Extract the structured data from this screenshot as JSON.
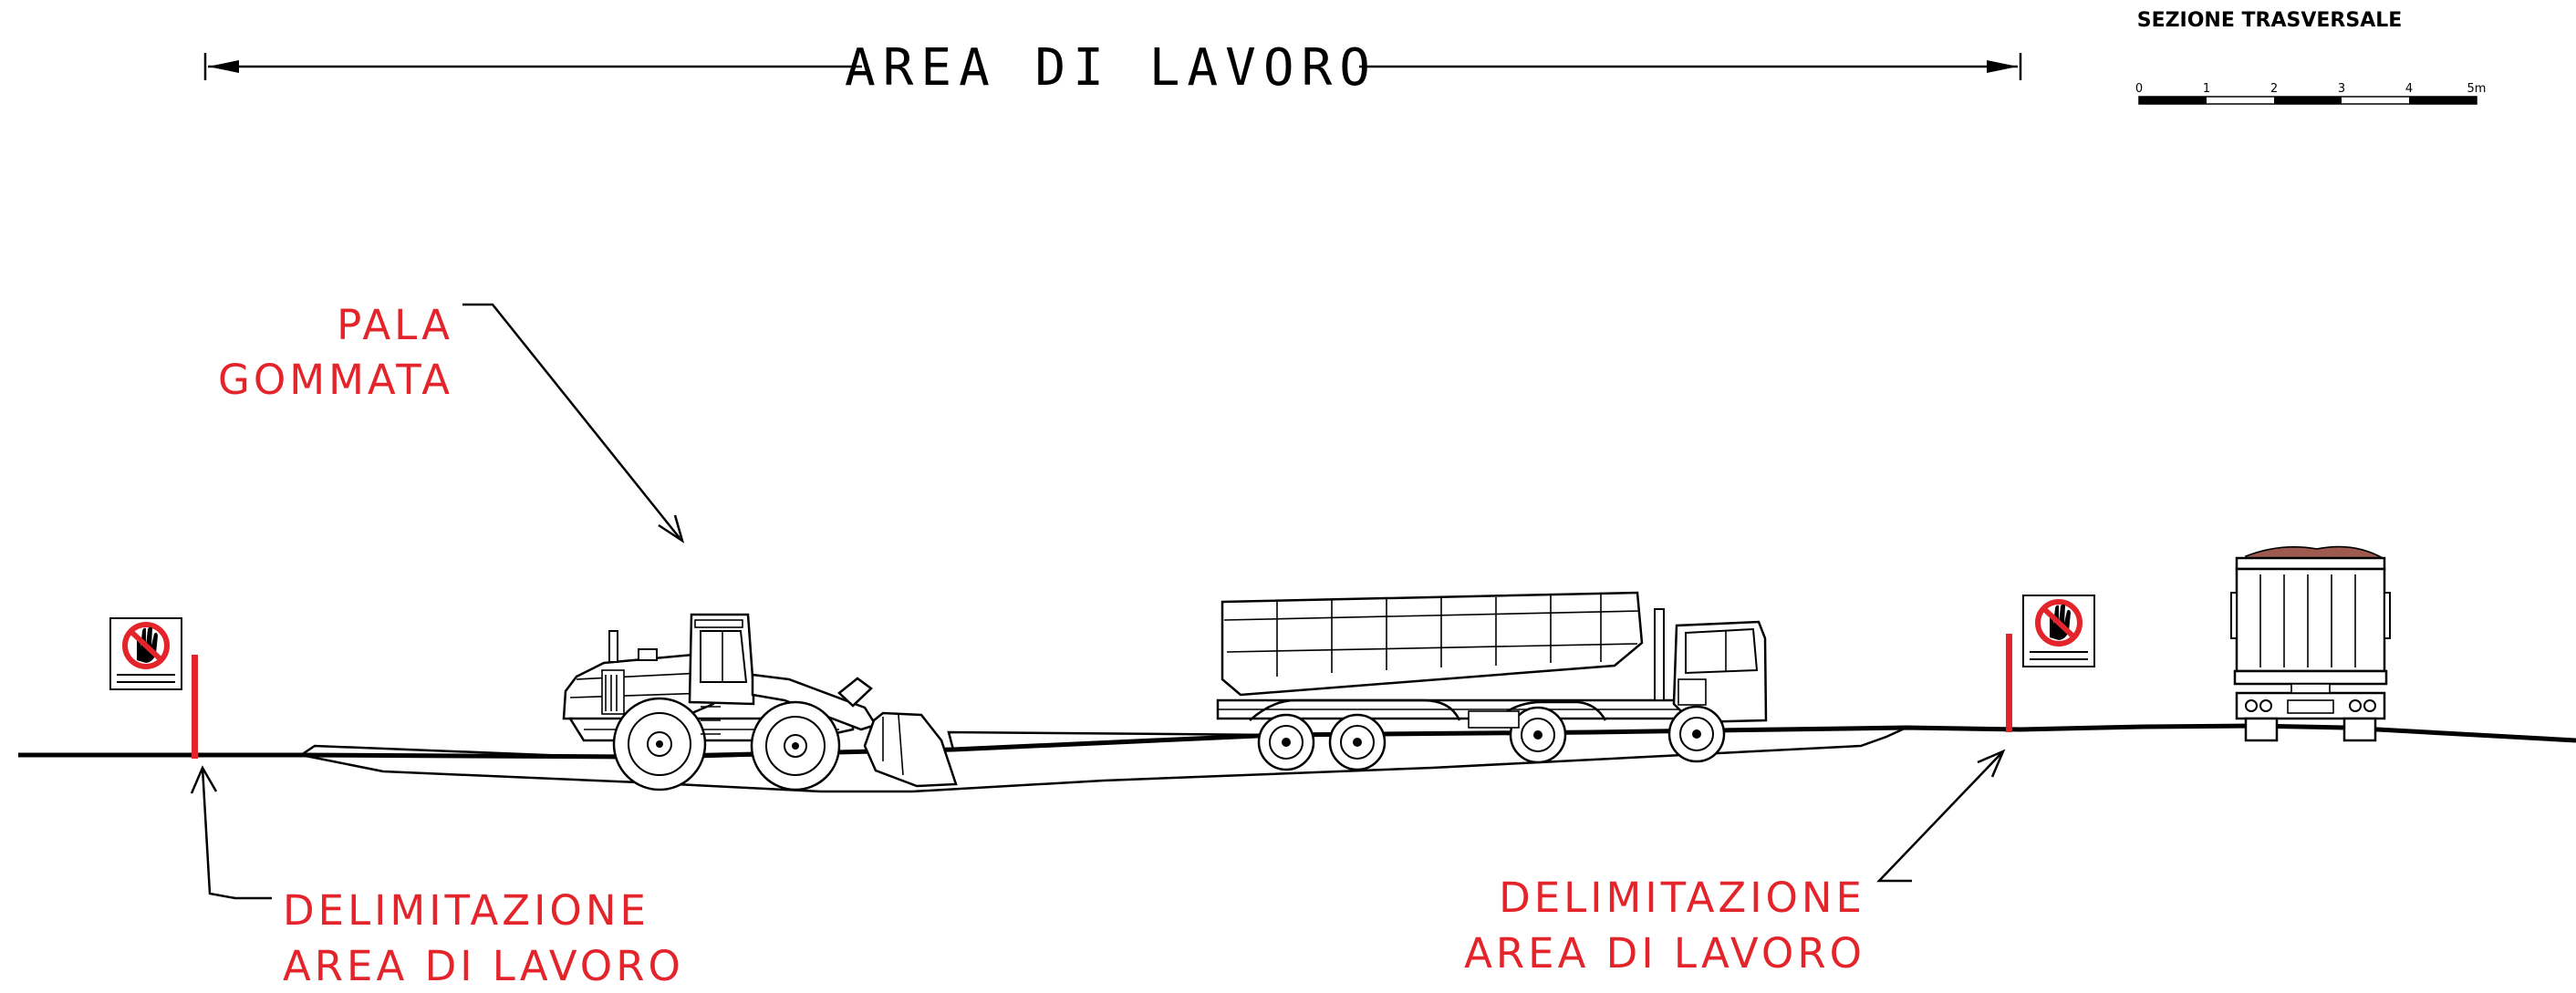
{
  "title": "AREA DI LAVORO",
  "scale": {
    "title": "SEZIONE TRASVERSALE",
    "ticks": [
      "0",
      "1",
      "2",
      "3",
      "4",
      "5m"
    ]
  },
  "labels": {
    "loader": [
      "PALA",
      "GOMMATA"
    ],
    "boundary_left": [
      "DELIMITAZIONE",
      "AREA DI LAVORO"
    ],
    "boundary_right": [
      "DELIMITAZIONE",
      "AREA DI LAVORO"
    ]
  },
  "colors": {
    "label": "#e3242b",
    "line": "#000000",
    "pole": "#e3242b",
    "sign_ring": "#e3242b"
  },
  "icons": {
    "sign": "no-entry-hand-icon"
  }
}
